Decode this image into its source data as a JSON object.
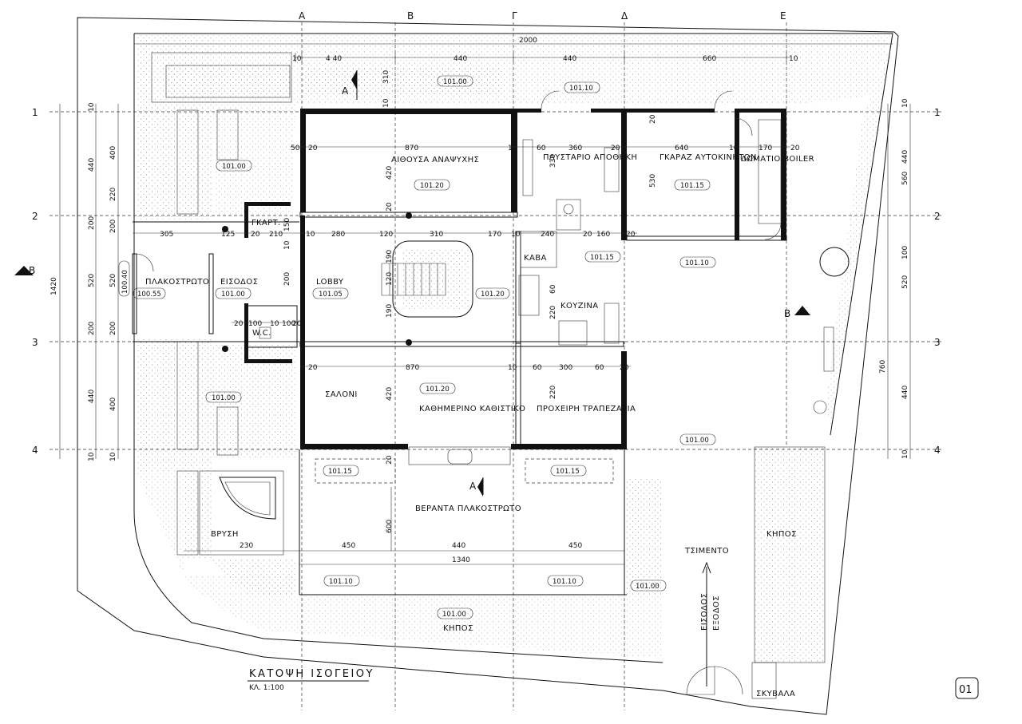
{
  "drawing": {
    "title": "ΚΑΤΟΨΗ ΙΣΟΓΕΙΟΥ",
    "scale": "ΚΛ. 1:100",
    "sheet": "01"
  },
  "axes": {
    "columns": [
      "Α",
      "Β",
      "Γ",
      "Δ",
      "Ε"
    ],
    "rows": [
      "1",
      "2",
      "3",
      "4"
    ]
  },
  "sections": {
    "a": "Α",
    "b": "Β"
  },
  "rooms": {
    "lounge_name": "ΑΙΘΟΥΣΑ ΑΝΑΨΥΧΗΣ",
    "lounge_tag": "101.20",
    "laundry_name": "ΠΛΥΣΤΑΡΙΟ ΑΠΟΘΗΚΗ",
    "garage_name": "ΓΚΑΡΑΖ ΑΥΤΟΚΙΝΗΤΩΝ",
    "garage_tag": "101.15",
    "boiler_name": "ΔΩΜΑΤΙΟ BOILER",
    "closet_name": "ΓΚΑΡΤ.",
    "entry_name": "ΕΙΣΟΔΟΣ",
    "entry_tag": "101.00",
    "lobby_name": "LOBBY",
    "lobby_tag": "101.05",
    "paving_name": "ΠΛΑΚΟΣΤΡΩΤΟ",
    "paving_tag": "100.55",
    "wc_name": "W.C.",
    "cellar_name": "ΚΑΒΑ",
    "kitchen_name": "ΚΟΥΖΙΝΑ",
    "hall_tag": "101.20",
    "salon_name": "ΣΑΛΟΝΙ",
    "family_name": "ΚΑΘΗΜΕΡΙΝΟ ΚΑΘΙΣΤΙΚΟ",
    "family_tag": "101.20",
    "dining_name": "ΠΡΟΧΕΙΡΗ ΤΡΑΠΕΖΑΡΙΑ",
    "veranda_name": "ΒΕΡΑΝΤΑ ΠΛΑΚΟΣΤΡΩΤΟ",
    "fountain_name": "ΒΡΥΣΗ",
    "cement_name": "ΤΣΙΜΕΝΤΟ",
    "garden_name": "ΚΗΠΟΣ",
    "garden_right_name": "ΚΗΠΟΣ",
    "entrance_in": "ΕΙΣΟΔΟΣ",
    "entrance_out": "ΕΞΟΔΟΣ",
    "trash_name": "ΣΚΥΒΑΛΑ"
  },
  "level_tags": {
    "top_center": "101.00",
    "top_right": "101.10",
    "left_upper": "101.00",
    "left_lower": "101.00",
    "paving": "100.40",
    "kitchen_ext": "101.15",
    "courtyard": "101.10",
    "yard": "101.00",
    "bay_left": "101.15",
    "bay_right": "101.15",
    "veranda_left": "101.10",
    "veranda_right": "101.10",
    "yard_right": "101.00",
    "garden_bottom": "101.00"
  },
  "dimensions": {
    "top_total": "2000",
    "top_segments": [
      "10",
      "4 40",
      "440",
      "440",
      "660",
      "10"
    ],
    "left_total": "1420",
    "left_outer": [
      "10",
      "440",
      "200",
      "520",
      "200",
      "440",
      "10"
    ],
    "left_inner": [
      "400",
      "220",
      "200",
      "520",
      "200",
      "400",
      "10"
    ],
    "right_outer": [
      "10",
      "440",
      "560",
      "100",
      "520",
      "760",
      "440",
      "10"
    ],
    "row1": [
      "50",
      "20",
      "870",
      "10",
      "60",
      "360",
      "20",
      "640",
      "10",
      "170",
      "20"
    ],
    "row1_vert": [
      "420",
      "20",
      "330",
      "530",
      "20"
    ],
    "row2": [
      "305",
      "125",
      "20",
      "210",
      "10",
      "280",
      "120",
      "310",
      "170",
      "10",
      "240",
      "20",
      "160",
      "20"
    ],
    "lobby_vert": [
      "150",
      "10",
      "200",
      "120",
      "190",
      "190",
      "60",
      "220"
    ],
    "wc_row": [
      "20",
      "100",
      "10",
      "100",
      "20"
    ],
    "row3": [
      "20",
      "870",
      "10",
      "60",
      "300",
      "60",
      "20"
    ],
    "row3_vert": [
      "420",
      "220",
      "20"
    ],
    "veranda_vert": "600",
    "veranda_row": [
      "230",
      "450",
      "440",
      "450"
    ],
    "veranda_total": "1340"
  }
}
